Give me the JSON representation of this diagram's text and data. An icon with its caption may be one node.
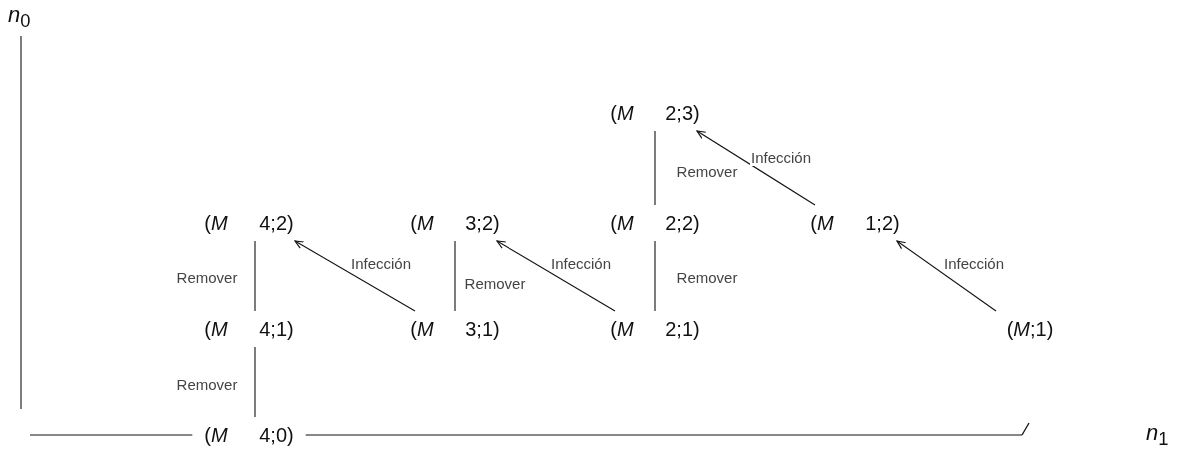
{
  "diagram": {
    "nodes": [
      {
        "text": [
          "(*M* 2;3)"
        ]
      },
      {
        "text": [
          "(*M* 4;2)"
        ]
      },
      {
        "text": [
          "(*M* 3;2)"
        ]
      },
      {
        "text": [
          "(*M* 2;2)"
        ]
      },
      {
        "text": [
          "(*M* 1;2)"
        ]
      },
      {
        "text": [
          "(*M* 4;1)"
        ]
      },
      {
        "text": [
          "(*M* 3;1)"
        ]
      },
      {
        "text": [
          "(*M* 2;1)"
        ]
      },
      {
        "text": [
          "(*M*;1)"
        ]
      },
      {
        "text": [
          "(*M* 4;0)"
        ]
      }
    ],
    "edges": [
      {
        "from": 0,
        "to": 3,
        "arrow": "none",
        "label": "Remover"
      },
      {
        "from": 4,
        "to": 0,
        "arrow": "to",
        "label": "Infección"
      },
      {
        "from": 1,
        "to": 5,
        "arrow": "none",
        "label": "Remover"
      },
      {
        "from": 6,
        "to": 1,
        "arrow": "to",
        "label": "Infección"
      },
      {
        "from": 2,
        "to": 6,
        "arrow": "none",
        "label": "Remover"
      },
      {
        "from": 7,
        "to": 2,
        "arrow": "to",
        "label": "Infección"
      },
      {
        "from": 3,
        "to": 7,
        "arrow": "none",
        "label": "Remover"
      },
      {
        "from": 8,
        "to": 4,
        "arrow": "to",
        "label": "Infección"
      },
      {
        "from": 5,
        "to": 9,
        "arrow": "none",
        "label": "Remover"
      }
    ],
    "labels": [
      "*n*$_{0}$",
      "*n*$_{1}$"
    ]
  }
}
